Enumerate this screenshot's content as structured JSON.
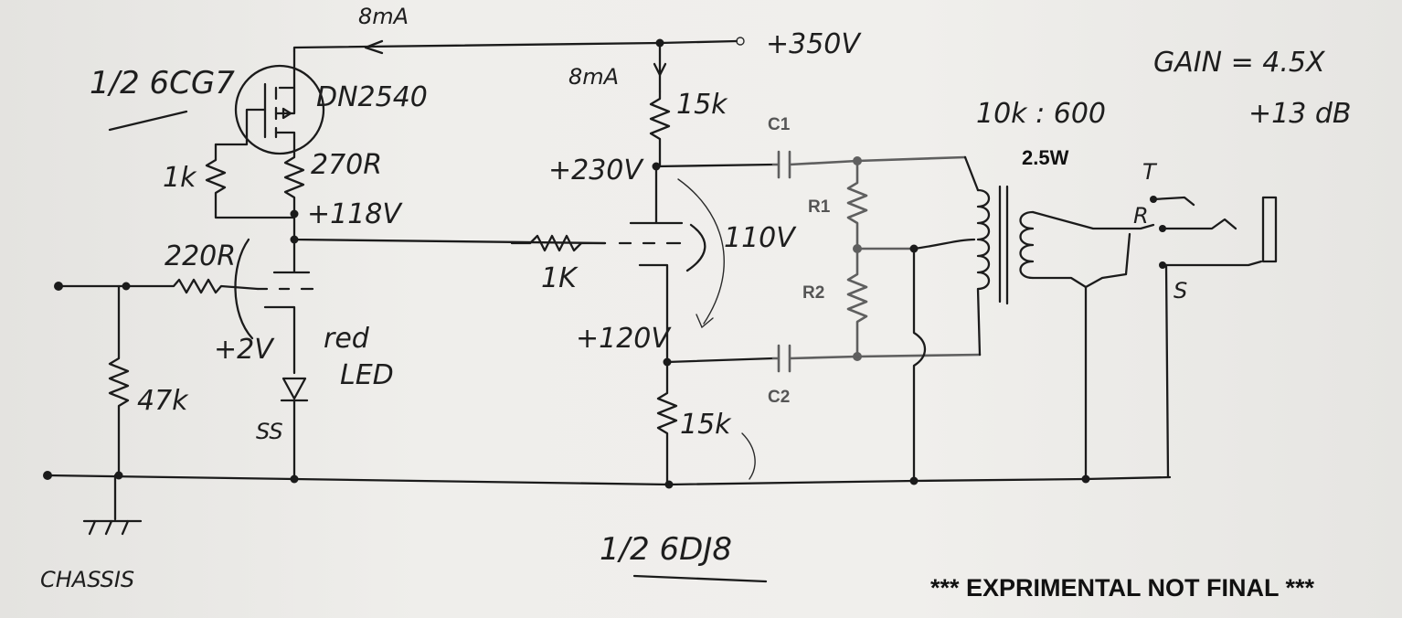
{
  "labels": {
    "tube_left": "1/2 6CG7",
    "mosfet": "DN2540",
    "current_top": "8mA",
    "supply": "+350V",
    "current_right": "8mA",
    "r_15k_top": "15k",
    "r_1k_left": "1k",
    "r_270r": "270R",
    "v_118": "+118V",
    "r_220r": "220R",
    "v_230": "+230V",
    "v_110": "110V",
    "r_1k_grid": "1K",
    "v_2": "+2V",
    "led_red": "red",
    "led_led": "LED",
    "led_ss": "SS",
    "r_47k": "47k",
    "v_120": "+120V",
    "r_15k_bottom": "15k",
    "chassis": "CHASSIS",
    "tube_right": "1/2 6DJ8",
    "transformer_ratio": "10k : 600",
    "jack_t": "T",
    "jack_r": "R",
    "jack_s": "S",
    "gain": "GAIN = 4.5X",
    "gain_db": "+13 dB"
  },
  "printed": {
    "c1": "C1",
    "c2": "C2",
    "r1": "R1",
    "r2": "R2",
    "power": "2.5W",
    "banner": "*** EXPRIMENTAL NOT FINAL ***"
  },
  "colors": {
    "ink": "#1b1b1b",
    "overlay_grey": "#5f5f5f",
    "paper": "#efeeeb"
  }
}
